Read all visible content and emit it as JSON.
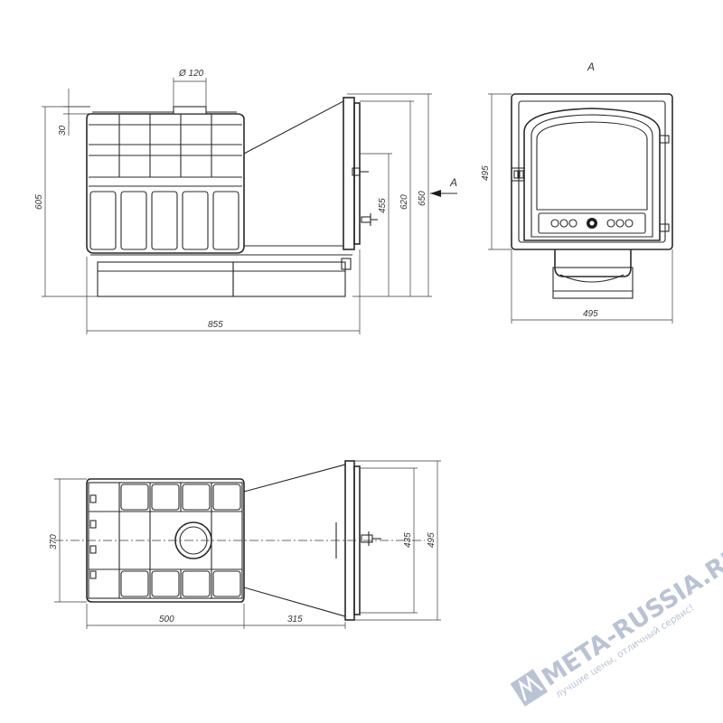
{
  "dimensions": {
    "flue_diameter": "Ø 120",
    "top_offset": "30",
    "total_height_body": "605",
    "door_center_height": "455",
    "door_top_height": "620",
    "total_height": "650",
    "total_length": "855",
    "door_frame_height": "495",
    "door_frame_width": "495",
    "plan_width": "370",
    "plan_body_length": "500",
    "plan_tunnel_length": "315",
    "plan_door_inner": "435",
    "plan_door_outer": "495"
  },
  "view_labels": {
    "arrow_label": "A",
    "view_title": "A"
  },
  "watermark": {
    "brand": "META-RUSSIA.RU",
    "slogan": "лучшие цены, отличный сервис!",
    "logo_color": "#b9c3d4"
  }
}
